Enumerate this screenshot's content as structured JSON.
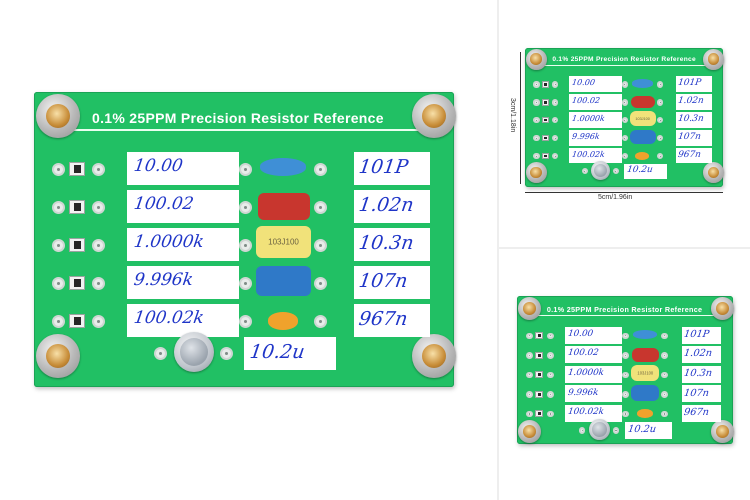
{
  "title": "0.1% 25PPM Precision Resistor Reference",
  "resistor_labels": [
    "10.00",
    "100.02",
    "1.0000k",
    "9.996k",
    "100.02k"
  ],
  "capacitor_labels": [
    "101P",
    "1.02n",
    "10.3n",
    "107n",
    "967n"
  ],
  "bottom_label": "10.2u",
  "capacitor_marking": "103J100",
  "dimensions": {
    "height": "3cm/1.18in",
    "width": "5cm/1.96in"
  },
  "colors": {
    "pcb": "#21c064",
    "handwriting": "#1f35c8",
    "cap_blue_bead": "#3f8fd6",
    "cap_red": "#c8362e",
    "cap_yellow": "#f1e27a",
    "cap_blue_box": "#2f79c8",
    "cap_orange": "#f0a22c"
  }
}
